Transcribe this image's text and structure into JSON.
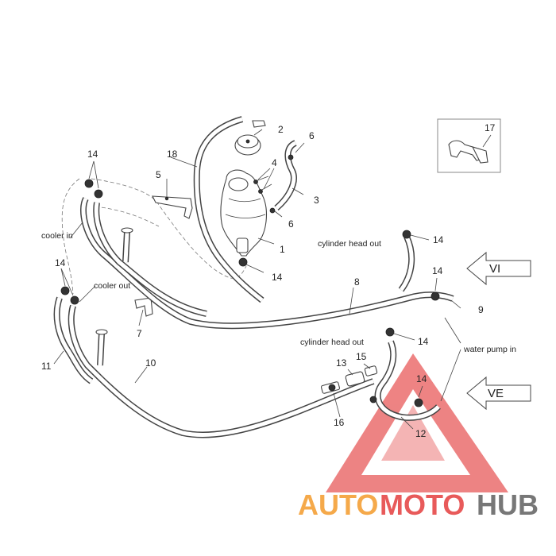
{
  "callouts": {
    "p1": "1",
    "p2": "2",
    "p3": "3",
    "p4": "4",
    "p5": "5",
    "p6a": "6",
    "p6b": "6",
    "p7": "7",
    "p8": "8",
    "p9": "9",
    "p10": "10",
    "p11": "11",
    "p12": "12",
    "p13": "13",
    "p14a": "14",
    "p14b": "14",
    "p14c": "14",
    "p14d": "14",
    "p14e": "14",
    "p14f": "14",
    "p14g": "14",
    "p15": "15",
    "p16": "16",
    "p17": "17",
    "p18": "18"
  },
  "labels": {
    "cooler_in": "cooler in",
    "cooler_out": "cooler out",
    "cyl_head_out_upper": "cylinder head out",
    "cyl_head_out_lower": "cylinder head out",
    "water_pump_in": "water pump in"
  },
  "direction_arrows": {
    "upper": "VI",
    "lower": "VE"
  },
  "watermark": {
    "part1": "AUTO",
    "part2": "MOTO",
    "part3": "HUB"
  },
  "colors": {
    "line": "#444444",
    "watermark_red": "#e85a5a",
    "watermark_orange": "#f5a94a",
    "watermark_gray": "#777777"
  }
}
